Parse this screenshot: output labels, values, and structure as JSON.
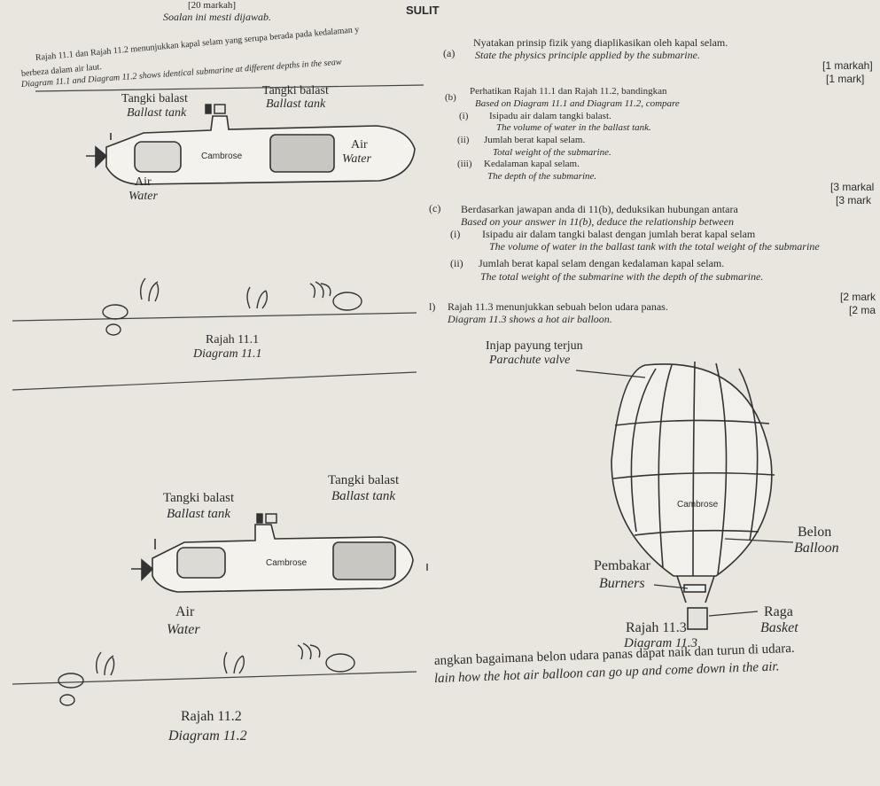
{
  "header": {
    "marks_total": "[20 markah]",
    "instruction": "Soalan ini mesti dijawab.",
    "sulit": "SULIT"
  },
  "intro": {
    "ms_line1": "Rajah 11.1 dan Rajah 11.2 menunjukkan kapal selam yang serupa berada pada kedalaman y",
    "ms_line2": "berbeza dalam air laut.",
    "en_line": "Diagram 11.1 and Diagram 11.2 shows identical submarine at different depths in the seaw"
  },
  "diagram_11_1": {
    "ballast_ms_1": "Tangki balast",
    "ballast_en_1": "Ballast tank",
    "ballast_ms_2": "Tangki balast",
    "ballast_en_2": "Ballast tank",
    "water_ms_right": "Air",
    "water_en_right": "Water",
    "water_ms_left": "Air",
    "water_en_left": "Water",
    "brand": "Cambrose",
    "caption_ms": "Rajah 11.1",
    "caption_en": "Diagram 11.1"
  },
  "diagram_11_2": {
    "ballast_ms_1": "Tangki balast",
    "ballast_en_1": "Ballast tank",
    "ballast_ms_2": "Tangki balast",
    "ballast_en_2": "Ballast tank",
    "water_ms": "Air",
    "water_en": "Water",
    "brand": "Cambrose",
    "caption_ms": "Rajah 11.2",
    "caption_en": "Diagram 11.2"
  },
  "q_a": {
    "label": "(a)",
    "ms": "Nyatakan prinsip fizik yang diaplikasikan oleh kapal selam.",
    "en": "State the physics principle applied by the submarine.",
    "marks_ms": "[1 markah]",
    "marks_en": "[1 mark]"
  },
  "q_b": {
    "label": "(b)",
    "ms": "Perhatikan Rajah 11.1 dan Rajah 11.2, bandingkan",
    "en": "Based on Diagram 11.1 and Diagram 11.2, compare",
    "items": [
      {
        "num": "(i)",
        "ms": "Isipadu air dalam tangki balast.",
        "en": "The volume of water in the ballast tank."
      },
      {
        "num": "(ii)",
        "ms": "Jumlah berat kapal selam.",
        "en": "Total weight of the submarine."
      },
      {
        "num": "(iii)",
        "ms": "Kedalaman kapal selam.",
        "en": "The depth of the submarine."
      }
    ],
    "marks_ms": "[3 markal",
    "marks_en": "[3 mark"
  },
  "q_c": {
    "label": "(c)",
    "ms": "Berdasarkan jawapan anda di 11(b), deduksikan hubungan antara",
    "en": "Based on your answer in 11(b), deduce the relationship between",
    "items": [
      {
        "num": "(i)",
        "ms": "Isipadu air dalam tangki balast dengan jumlah berat kapal selam",
        "en": "The volume of water in the ballast tank with the total weight of the submarine"
      },
      {
        "num": "(ii)",
        "ms": "Jumlah berat kapal selam dengan kedalaman kapal selam.",
        "en": "The total weight of the submarine with the depth of the submarine."
      }
    ],
    "marks_ms": "[2 mark",
    "marks_en": "[2 ma"
  },
  "q_d": {
    "label": "l)",
    "ms": "Rajah 11.3 menunjukkan sebuah belon udara panas.",
    "en": "Diagram 11.3 shows a hot air balloon.",
    "bottom_ms": "angkan bagaimana belon udara panas dapat naik dan turun di udara.",
    "bottom_en": "lain how the hot air balloon can go up and come down in the air."
  },
  "diagram_11_3": {
    "valve_ms": "Injap payung terjun",
    "valve_en": "Parachute valve",
    "balloon_ms": "Belon",
    "balloon_en": "Balloon",
    "burner_ms": "Pembakar",
    "burner_en": "Burners",
    "basket_ms": "Raga",
    "basket_en": "Basket",
    "brand": "Cambrose",
    "caption_ms": "Rajah 11.3",
    "caption_en": "Diagram 11.3"
  }
}
